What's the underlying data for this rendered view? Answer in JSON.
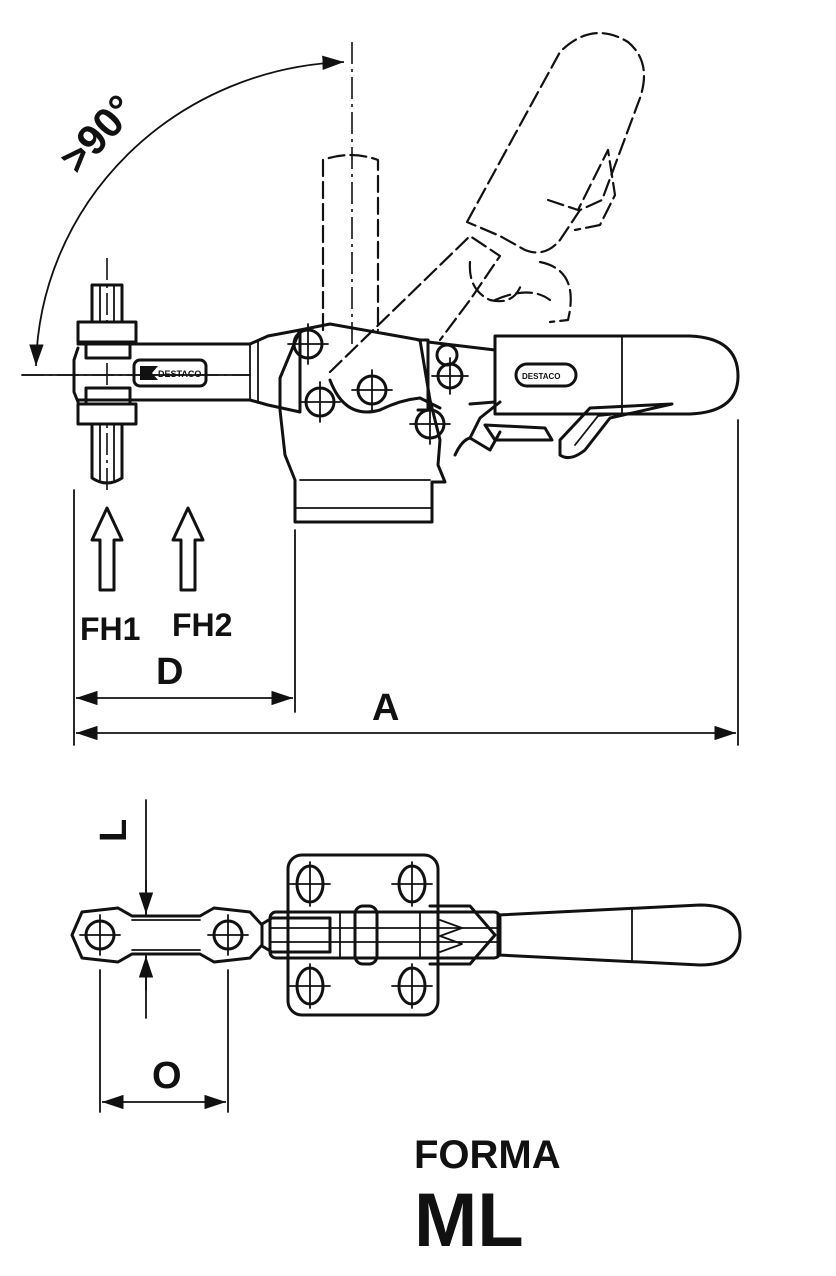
{
  "labels": {
    "angle": ">90°",
    "force_1": "FH1",
    "force_2": "FH2",
    "dim_d": "D",
    "dim_a": "A",
    "dim_l": "L",
    "dim_o": "O",
    "forma_word": "FORMA",
    "forma_code": "ML"
  },
  "brand_marks": {
    "arm_plate": "DESTACO",
    "handle_plate": "DESTACO"
  },
  "colors": {
    "ink": "#111111",
    "paper": "#ffffff"
  }
}
